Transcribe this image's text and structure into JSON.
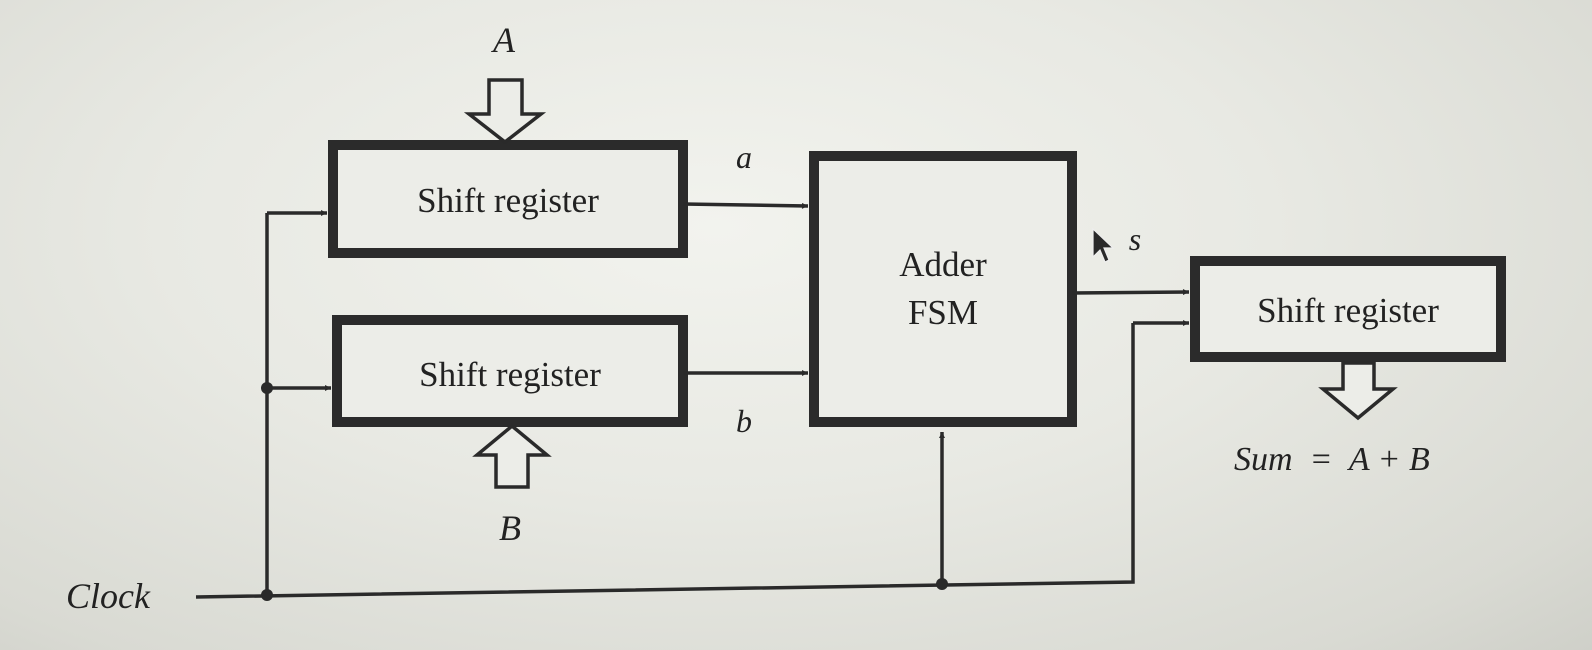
{
  "diagram": {
    "blocks": {
      "shift_register_a": "Shift register",
      "shift_register_b": "Shift register",
      "adder_fsm_line1": "Adder",
      "adder_fsm_line2": "FSM",
      "shift_register_sum": "Shift register"
    },
    "signals": {
      "input_a": "A",
      "input_b": "B",
      "serial_a": "a",
      "serial_b": "b",
      "serial_s": "s",
      "clock": "Clock",
      "output_sum": "Sum  =  A + B"
    }
  }
}
